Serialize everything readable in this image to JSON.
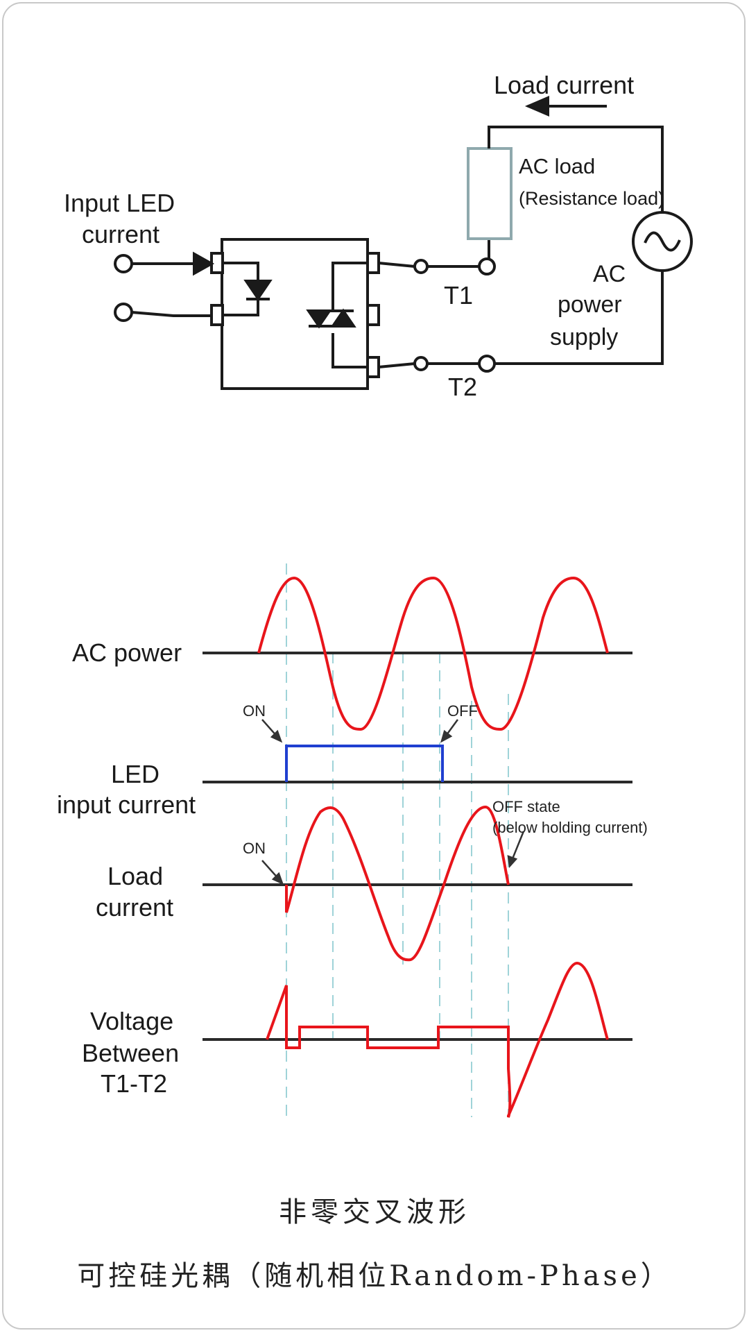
{
  "circuit": {
    "load_current": "Load current",
    "ac_load": "AC load",
    "resistance_load": "(Resistance load)",
    "input_led_line1": "Input LED",
    "input_led_line2": "current",
    "t1": "T1",
    "t2": "T2",
    "ac_power_line1": "AC",
    "ac_power_line2": "power",
    "ac_power_line3": "supply"
  },
  "timing": {
    "ac_power": "AC power",
    "led_line1": "LED",
    "led_line2": "input current",
    "load_line1": "Load",
    "load_line2": "current",
    "voltage_line1": "Voltage",
    "voltage_line2": "Between",
    "voltage_line3": "T1-T2",
    "on1": "ON",
    "off1": "OFF",
    "on2": "ON",
    "off_state_line1": "OFF state",
    "off_state_line2": "(below holding current)"
  },
  "caption": {
    "line1": "非零交叉波形",
    "line2": "可控硅光耦（随机相位Random-Phase）"
  },
  "colors": {
    "waveform": "#e8151b",
    "led_pulse": "#1f3fd0",
    "wire": "#1a1a1a",
    "load_resistor": "#8fa9ad",
    "guide": "#9fd3d8"
  }
}
